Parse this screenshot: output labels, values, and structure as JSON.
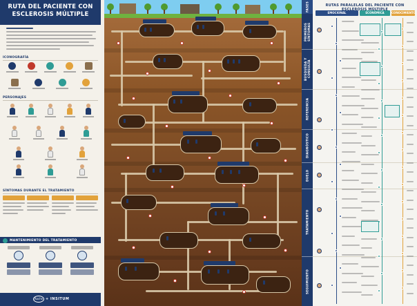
{
  "left_panel": {
    "title_line1": "RUTA DEL PACIENTE CON",
    "title_line2": "ESCLEROSIS MÚLTIPLE",
    "sections": {
      "iconografia": "ICONOGRAFÍA",
      "personajes": "PERSONAJES",
      "sintomas": "SÍNTOMAS DURANTE EL TRATAMIENTO",
      "mantenimiento": "MANTENIMIENTO DEL TRATAMIENTO"
    },
    "footer": {
      "logo_text": "Roche",
      "brand": "+ INSITUM"
    }
  },
  "map": {
    "phases_label": "FASES",
    "phases": [
      "PRIMEROS SÍNTOMAS",
      "BÚSQUEDA Y CONSULTA",
      "REFERENCIA",
      "DIAGNÓSTICO",
      "DUELO",
      "TRATAMIENTO",
      "SEGUIMIENTO"
    ]
  },
  "right_panel": {
    "title": "RUTAS PARALELAS DEL PACIENTE CON ESCLEROSIS MÚLTIPLE",
    "columns": [
      "EMOCIONAL",
      "ECONÓMICA",
      "CONOCIMIENTO"
    ],
    "colors": {
      "emocional": "#2a4c86",
      "economica": "#2f9c95",
      "conocimiento": "#e2a23b"
    }
  },
  "colors": {
    "navy": "#1f3a6b",
    "sky": "#7ecdf0",
    "grass": "#6fb23f",
    "earth": "#7a4a25",
    "accent_orange": "#e2a23b",
    "accent_teal": "#2f9c95",
    "accent_red": "#c0392b"
  }
}
